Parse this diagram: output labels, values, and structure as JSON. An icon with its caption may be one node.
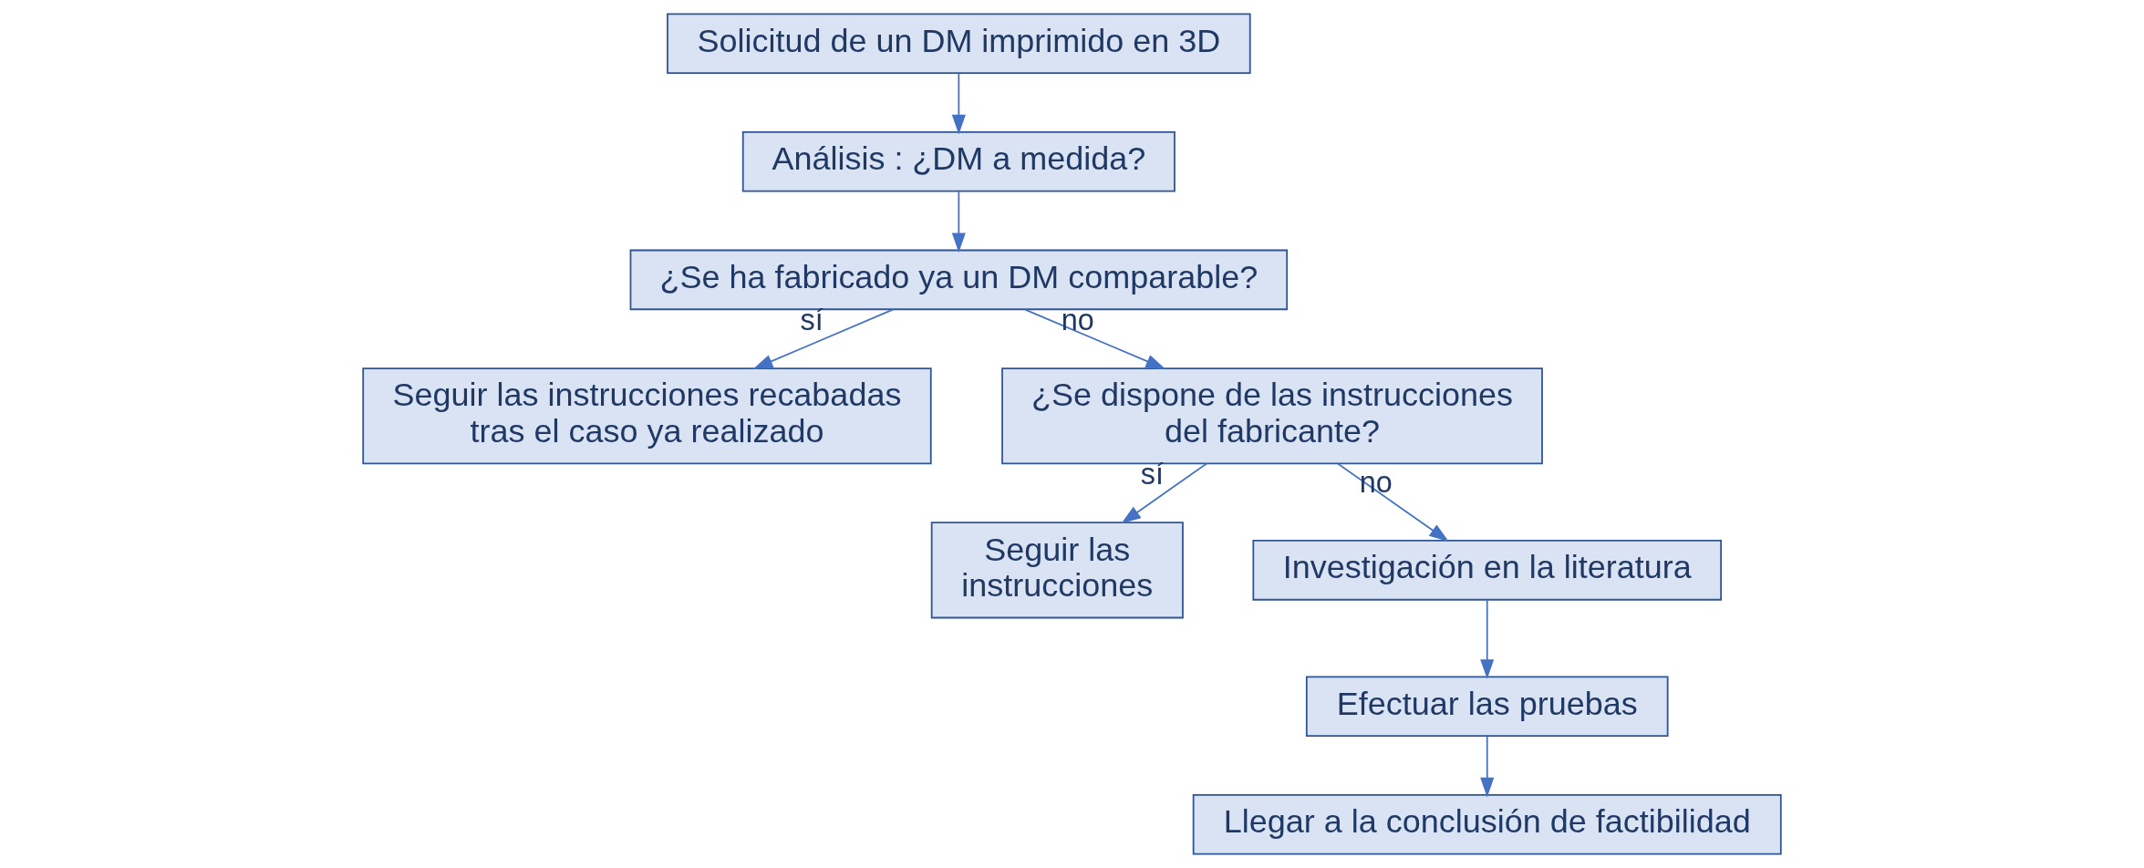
{
  "diagram": {
    "nodes": [
      {
        "text": [
          "Solicitud de un DM imprimido en 3D"
        ]
      },
      {
        "text": [
          "Análisis : ¿DM a medida?"
        ]
      },
      {
        "text": [
          "¿Se ha fabricado ya un DM comparable?"
        ]
      },
      {
        "text": [
          "Seguir las instrucciones recabadas tras el caso ya realizado"
        ]
      },
      {
        "text": [
          "¿Se dispone de las instrucciones del fabricante?"
        ]
      },
      {
        "text": [
          "Seguir las instrucciones"
        ]
      },
      {
        "text": [
          "Investigación en la literatura"
        ]
      },
      {
        "text": [
          "Efectuar las pruebas"
        ]
      },
      {
        "text": [
          "Llegar a la conclusión de factibilidad"
        ]
      }
    ],
    "edges": [
      {
        "from": 0,
        "to": 1,
        "arrow": "to"
      },
      {
        "from": 1,
        "to": 2,
        "arrow": "to"
      },
      {
        "from": 2,
        "to": 3,
        "arrow": "to",
        "label": "sí"
      },
      {
        "from": 2,
        "to": 4,
        "arrow": "to",
        "label": "no"
      },
      {
        "from": 4,
        "to": 5,
        "arrow": "to",
        "label": "sí"
      },
      {
        "from": 4,
        "to": 6,
        "arrow": "to",
        "label": "no"
      },
      {
        "from": 6,
        "to": 7,
        "arrow": "to"
      },
      {
        "from": 7,
        "to": 8,
        "arrow": "to"
      }
    ]
  }
}
